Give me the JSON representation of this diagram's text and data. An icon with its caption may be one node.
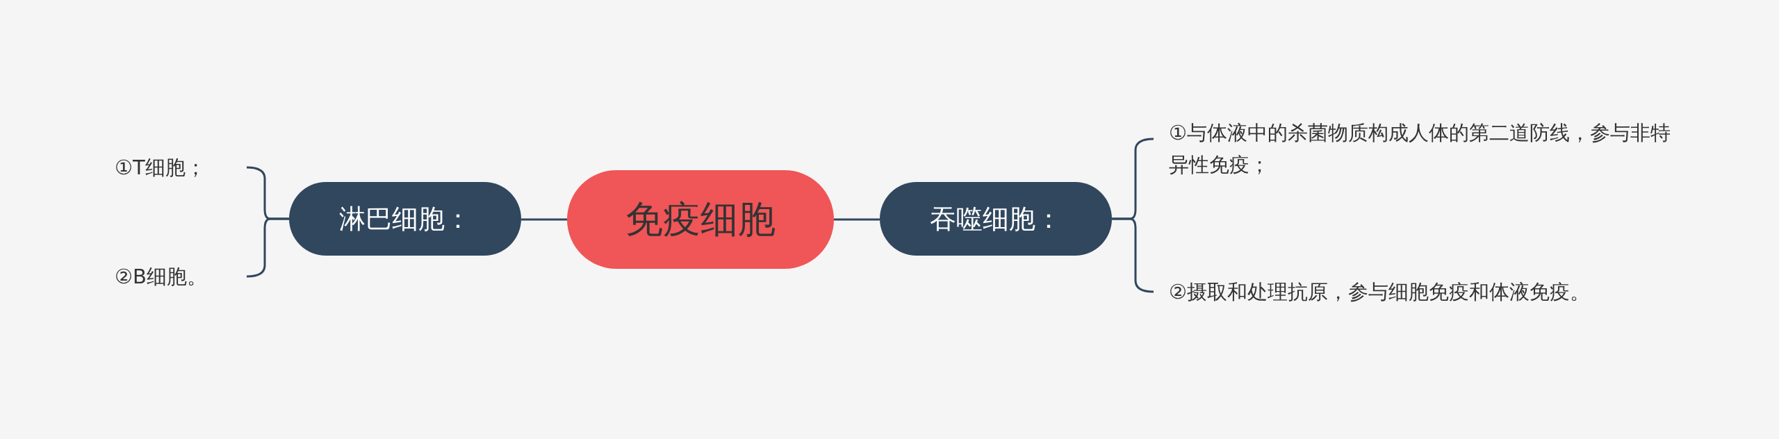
{
  "diagram": {
    "nodes": [
      {
        "text": [
          "免疫细胞"
        ]
      },
      {
        "text": [
          "淋巴细胞："
        ]
      },
      {
        "text": [
          "①T细胞；"
        ]
      },
      {
        "text": [
          "②B细胞。"
        ]
      },
      {
        "text": [
          "吞噬细胞："
        ]
      },
      {
        "text": [
          "①与体液中的杀菌物质构成人体的第二道防线，参与非特异性免疫；"
        ]
      },
      {
        "text": [
          "②摄取和处理抗原，参与细胞免疫和体液免疫。"
        ]
      }
    ],
    "edges": [
      {
        "from": 0,
        "to": 1,
        "arrow": "none"
      },
      {
        "from": 0,
        "to": 4,
        "arrow": "none"
      },
      {
        "from": 1,
        "to": 2,
        "arrow": "none"
      },
      {
        "from": 1,
        "to": 3,
        "arrow": "none"
      },
      {
        "from": 4,
        "to": 5,
        "arrow": "none"
      },
      {
        "from": 4,
        "to": 6,
        "arrow": "none"
      }
    ]
  }
}
